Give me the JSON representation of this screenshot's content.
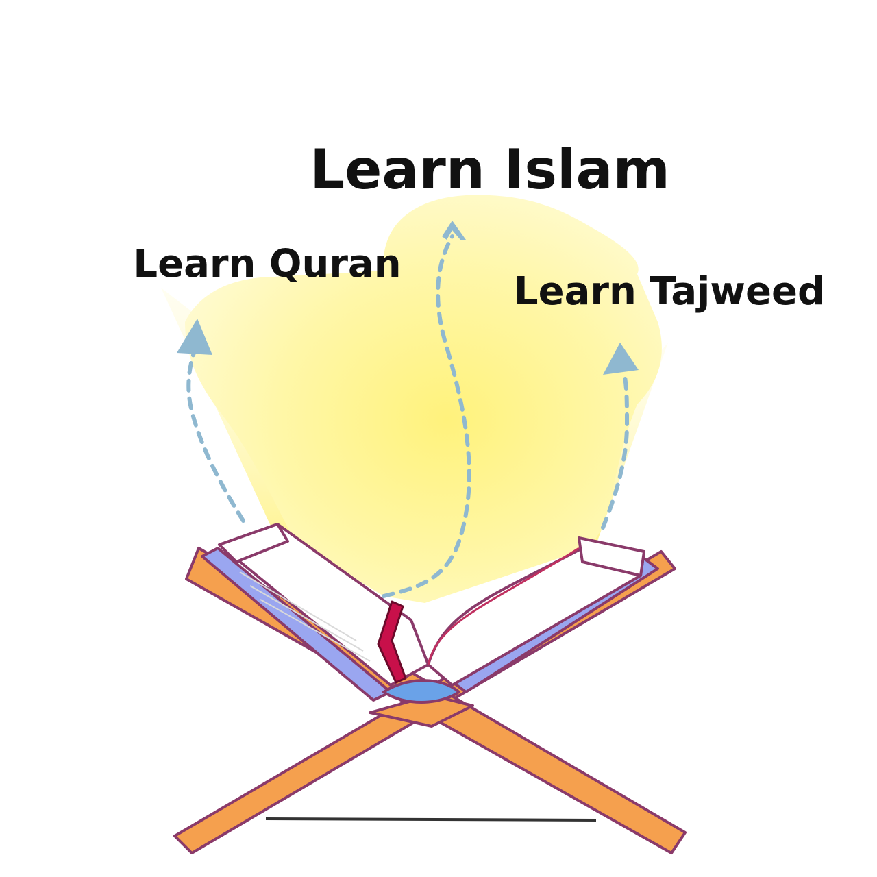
{
  "labels": {
    "main": "Learn Islam",
    "left": "Learn Quran",
    "right": "Learn Tajweed"
  },
  "colors": {
    "glow_center": "#fff59a",
    "glow_edge": "#fffbd2",
    "arrow": "#8fb8d0",
    "stand_fill": "#f5a04e",
    "stand_stroke": "#8a3a6a",
    "page_fill": "#ffffff",
    "page_stroke": "#8a3a6a",
    "bookmark": "#c8104a",
    "spine": "#6aa2e8",
    "cover_edge": "#9aa6f0"
  },
  "icons": {
    "book": "open-quran-book",
    "stand": "rehal-stand",
    "arrow": "dashed-curved-arrow"
  }
}
